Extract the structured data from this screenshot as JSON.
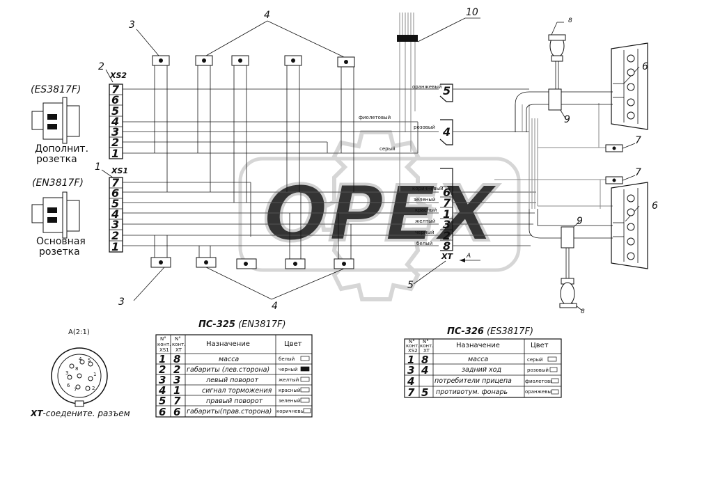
{
  "callouts": {
    "xs1": "1",
    "xs2": "2",
    "clamp_top": "3",
    "clamp_bottom": "3",
    "clamp_group_top": "4",
    "clamp_group_bottom": "4",
    "tube": "5",
    "lamp_top": "6",
    "lamp_bottom": "6",
    "plug_top": "7",
    "plug_bottom": "7",
    "bulb_top": "8",
    "bulb_bottom": "8",
    "grommet_top": "9",
    "grommet_bottom": "9",
    "tape": "10"
  },
  "xs2": {
    "name": "XS2",
    "type": "(ES3817F)",
    "caption_line1": "Дополнит.",
    "caption_line2": "розетка",
    "pins": [
      "7",
      "6",
      "5",
      "4",
      "3",
      "2",
      "1"
    ]
  },
  "xs1": {
    "name": "XS1",
    "type": "(EN3817F)",
    "caption_line1": "Основная",
    "caption_line2": "розетка",
    "pins": [
      "7",
      "6",
      "5",
      "4",
      "3",
      "2",
      "1"
    ]
  },
  "xt": {
    "name": "XT",
    "pins": [
      "6",
      "7",
      "1",
      "3",
      "2",
      "8"
    ],
    "wire_labels": [
      "коричневый",
      "зеленый",
      "красный",
      "желтый",
      "черный",
      "белый"
    ]
  },
  "upper_blocks": [
    {
      "pin": "5",
      "wire": "оранжевый"
    },
    {
      "pin": "4",
      "wire": "розовый"
    }
  ],
  "free_wires": [
    "фиолетовый",
    "серый"
  ],
  "view_arrow": "A",
  "watermark": "OPEX",
  "detail": {
    "title": "А(2:1)",
    "pins": [
      "4",
      "5",
      "8",
      "3",
      "1",
      "6",
      "7",
      "2"
    ],
    "caption_bold": "XT",
    "caption": "-соедените. разъем"
  },
  "table_ps325": {
    "title": "ПС-325",
    "subtitle": "(EN3817F)",
    "headers": {
      "col1_a": "N°",
      "col1_b": "конт.",
      "col1_c": "XS1",
      "col2_a": "N°",
      "col2_b": "конт.",
      "col2_c": "XT",
      "purpose": "Назначение",
      "color": "Цвет"
    },
    "rows": [
      {
        "a": "1",
        "b": "8",
        "purpose": "масса",
        "color": "белый",
        "swatch": "#ffffff"
      },
      {
        "a": "2",
        "b": "2",
        "purpose": "габариты (лев.сторона)",
        "color": "черный",
        "swatch": "#111111"
      },
      {
        "a": "3",
        "b": "3",
        "purpose": "левый поворот",
        "color": "желтый",
        "swatch": "#ffffff"
      },
      {
        "a": "4",
        "b": "1",
        "purpose": "сигнал торможения",
        "color": "красный",
        "swatch": "#ffffff"
      },
      {
        "a": "5",
        "b": "7",
        "purpose": "правый поворот",
        "color": "зеленый",
        "swatch": "#ffffff"
      },
      {
        "a": "6",
        "b": "6",
        "purpose": "габариты(прав.сторона)",
        "color": "коричневый",
        "swatch": "#ffffff"
      }
    ]
  },
  "table_ps326": {
    "title": "ПС-326",
    "subtitle": "(ES3817F)",
    "headers": {
      "col1_a": "N°",
      "col1_b": "конт.",
      "col1_c": "XS2",
      "col2_a": "N°",
      "col2_b": "конт.",
      "col2_c": "XT",
      "purpose": "Назначение",
      "color": "Цвет"
    },
    "rows": [
      {
        "a": "1",
        "b": "8",
        "purpose": "масса",
        "color": "серый",
        "swatch": "#ffffff"
      },
      {
        "a": "3",
        "b": "4",
        "purpose": "задний ход",
        "color": "розовый",
        "swatch": "#ffffff"
      },
      {
        "a": "4",
        "b": "",
        "purpose": "потребители прицепа",
        "color": "фиолетовый",
        "swatch": "#ffffff"
      },
      {
        "a": "7",
        "b": "5",
        "purpose": "противотум. фонарь",
        "color": "оранжевый",
        "swatch": "#ffffff"
      }
    ]
  }
}
